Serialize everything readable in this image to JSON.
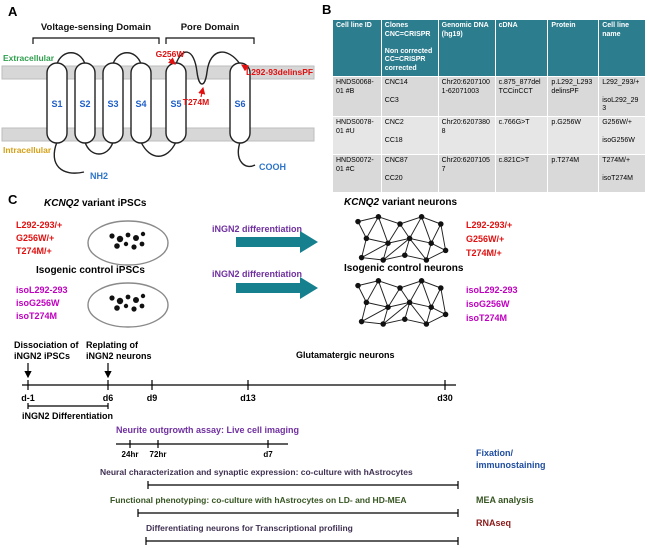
{
  "panelA": {
    "label": "A",
    "vsd": "Voltage-sensing Domain",
    "pore": "Pore Domain",
    "extracellular": "Extracellular",
    "intracellular": "Intracellular",
    "segments": [
      "S1",
      "S2",
      "S3",
      "S4",
      "S5",
      "S6"
    ],
    "g256w": "G256W",
    "t274m": "T274M",
    "l292": "L292-93delinsPF",
    "nh2": "NH2",
    "cooh": "COOH"
  },
  "panelB": {
    "label": "B",
    "headers": {
      "id": "Cell line ID",
      "clones_1": "Clones CNC=CRISPR",
      "clones_2": "Non corrected CC=CRISPR corrected",
      "genomic_1": "Genomic DNA",
      "genomic_2": "(hg19)",
      "cdna": "cDNA",
      "protein": "Protein",
      "name": "Cell line name"
    },
    "rows": [
      {
        "id": "HNDS0068-01 #B",
        "cnc": "CNC14",
        "cc": "CC3",
        "genomic": "Chr20:62071001-62071003",
        "cdna": "c.875_877del TCCinCCT",
        "protein": "p.L292_L293 delinsPF",
        "variant": "L292_293/+",
        "iso": "isoL292_293"
      },
      {
        "id": "HNDS0078-01 #U",
        "cnc": "CNC2",
        "cc": "CC18",
        "genomic": "Chr20:62073808",
        "cdna": "c.766G>T",
        "protein": "p.G256W",
        "variant": "G256W/+",
        "iso": "isoG256W"
      },
      {
        "id": "HNDS0072-01 #C",
        "cnc": "CNC87",
        "cc": "CC20",
        "genomic": "Chr20:62071057",
        "cdna": "c.821C>T",
        "protein": "p.T274M",
        "variant": "T274M/+",
        "iso": "isoT274M"
      }
    ]
  },
  "panelC": {
    "label": "C",
    "gene": "KCNQ2",
    "variant_ipsc_suffix": "variant iPSCs",
    "variant_neurons_suffix": "variant neurons",
    "iso_ipsc": "Isogenic control iPSCs",
    "iso_neurons": "Isogenic control neurons",
    "ingn2_diff": "iNGN2 differentiation",
    "variant_labels": [
      "L292-293/+",
      "G256W/+",
      "T274M/+"
    ],
    "iso_labels": [
      "isoL292-293",
      "isoG256W",
      "isoT274M"
    ],
    "timeline": {
      "dissociation_1": "Dissociation of",
      "dissociation_2": "iNGN2 iPSCs",
      "replating_1": "Replating of",
      "replating_2": "iNGN2 neurons",
      "glutamatergic": "Glutamatergic neurons",
      "days": [
        "d-1",
        "d6",
        "d9",
        "d13",
        "d30"
      ],
      "ingn2_differentiation": "iNGN2 Differentiation",
      "neurite": "Neurite outgrowth assay: Live cell imaging",
      "neurite_ticks": [
        "24hr",
        "72hr",
        "d7"
      ],
      "neural_char": "Neural characterization and synaptic expression: co-culture with hAstrocytes",
      "fixation_1": "Fixation/",
      "fixation_2": "immunostaining",
      "functional": "Functional phenotyping: co-culture with hAstrocytes on LD- and HD-MEA",
      "mea": "MEA analysis",
      "transcriptional": "Differentiating neurons for Transcriptional profiling",
      "rnaseq": "RNAseq"
    }
  }
}
